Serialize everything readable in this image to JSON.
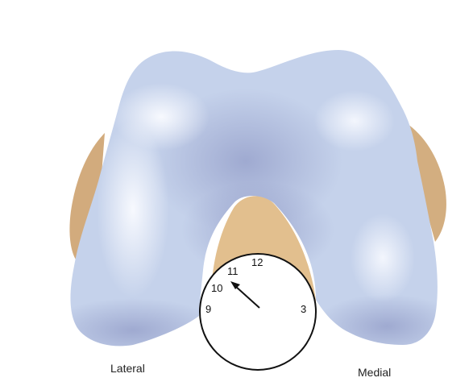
{
  "labels": {
    "lateral": "Lateral",
    "medial": "Medial"
  },
  "clock": {
    "numbers": {
      "twelve": "12",
      "eleven": "11",
      "ten": "10",
      "nine": "9",
      "three": "3"
    },
    "pointer_position": "10:30"
  },
  "colors": {
    "cartilage": "#c6d3ec",
    "cartilage_highlight": "#eef2fb",
    "cartilage_shadow": "#8d97c4",
    "bone": "#d3ae80",
    "notch_bone": "#e3c08f",
    "clock_face": "#ffffff",
    "outline": "#111111"
  }
}
